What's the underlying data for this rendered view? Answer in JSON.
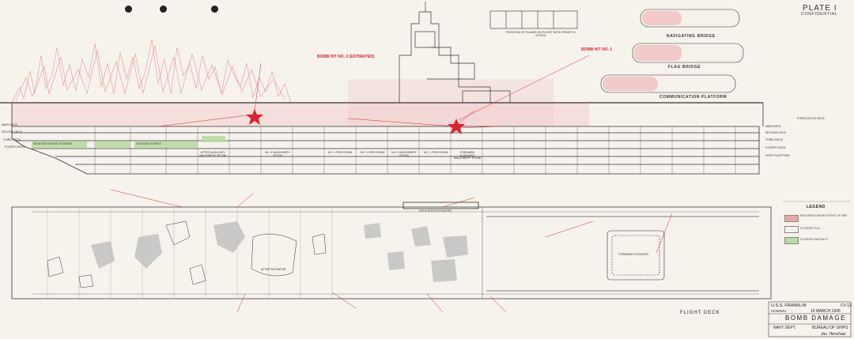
{
  "plate": {
    "title": "PLATE I",
    "classification": "CONFIDENTIAL"
  },
  "bridge_labels": {
    "navigating_bridge": "NAVIGATING BRIDGE",
    "flag_bridge": "FLAG BRIDGE",
    "communication_platform": "COMMUNICATION PLATFORM"
  },
  "flight_deck_position": "POSITION OF PLANES ON FLIGHT DECK PRIOR TO ATTACK",
  "bomb_hits": {
    "hit2": "BOMB HIT NO. 2 (ESTIMATED)",
    "hit1": "BOMB HIT NO. 1"
  },
  "deck_labels_left": [
    "MAIN DECK",
    "SECOND DECK",
    "THIRD DECK",
    "FOURTH DECK"
  ],
  "deck_labels_right": [
    "FORECASTLE DECK",
    "MAIN DECK",
    "SECOND DECK",
    "THIRD DECK",
    "FOURTH DECK",
    "FIRST PLATFORM"
  ],
  "compartments": [
    "AFTER AUXILIARY MACHINERY ROOM",
    "NO. 4 MACHINERY ROOM",
    "NO. 4 FIRE ROOM",
    "NO. 3 FIRE ROOM",
    "NO. 2 MACHINERY ROOM",
    "NO. 1 FIRE ROOM",
    "FORWARD AUXILIARY MACHINERY ROOM",
    "AVIATION STORES",
    "AVIATION ENGINE STORAGE"
  ],
  "elevators": {
    "deck_edge": "DECK EDGE ELEVATOR",
    "after": "AFTER ELEVATOR",
    "forward": "FORWARD ELEVATOR"
  },
  "legend": {
    "title": "LEGEND",
    "items": [
      {
        "label": "RED AREAS SHOW EXTENT OF FIRE",
        "color": "#e8a7a9"
      },
      {
        "label": "FLOODED FULL",
        "color": "#f6f3ec"
      },
      {
        "label": "FLOODED PARTIALLY",
        "color": "#b9dca2"
      }
    ]
  },
  "flight_deck": "FLIGHT DECK",
  "title_block": {
    "ship": "U.S.S. FRANKLIN",
    "location": "HONSHU",
    "hull": "CV-13",
    "date": "19 MARCH 1945",
    "title": "BOMB DAMAGE",
    "navy": "NAVY DEPT.",
    "bureau": "BUREAU OF SHIPS",
    "signature": "Jas. Henshaw"
  },
  "colors": {
    "damage": "#d8262d",
    "fire": "#e8a7a9",
    "flooded_partially": "#b9dca2",
    "ink": "#333333"
  }
}
